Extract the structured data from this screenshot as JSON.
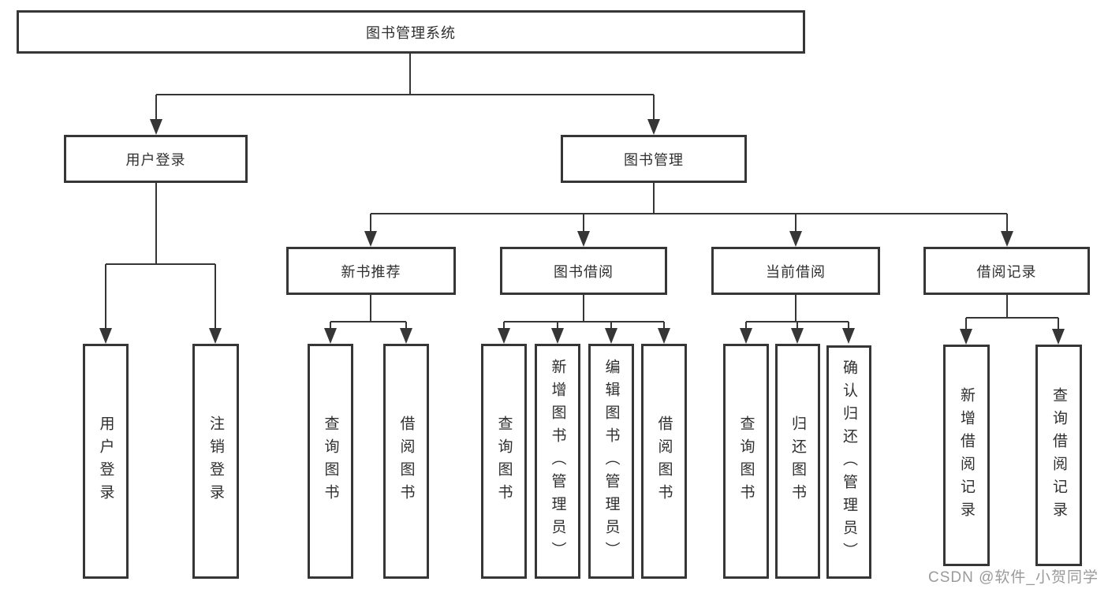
{
  "tree": {
    "label": "图书管理系统",
    "children": [
      {
        "label": "用户登录",
        "children": [
          {
            "label": "用户登录"
          },
          {
            "label": "注销登录"
          }
        ]
      },
      {
        "label": "图书管理",
        "children": [
          {
            "label": "新书推荐",
            "children": [
              {
                "label": "查询图书"
              },
              {
                "label": "借阅图书"
              }
            ]
          },
          {
            "label": "图书借阅",
            "children": [
              {
                "label": "查询图书"
              },
              {
                "label": "新增图书（管理员）"
              },
              {
                "label": "编辑图书（管理员）"
              },
              {
                "label": "借阅图书"
              }
            ]
          },
          {
            "label": "当前借阅",
            "children": [
              {
                "label": "查询图书"
              },
              {
                "label": "归还图书"
              },
              {
                "label": "确认归还（管理员）"
              }
            ]
          },
          {
            "label": "借阅记录",
            "children": [
              {
                "label": "新增借阅记录"
              },
              {
                "label": "查询借阅记录"
              }
            ]
          }
        ]
      }
    ]
  },
  "watermark": "CSDN @软件_小贺同学",
  "colors": {
    "line": "#363636",
    "text": "#2f2f2f",
    "watermark": "#9a9a9a",
    "background": "#ffffff"
  }
}
